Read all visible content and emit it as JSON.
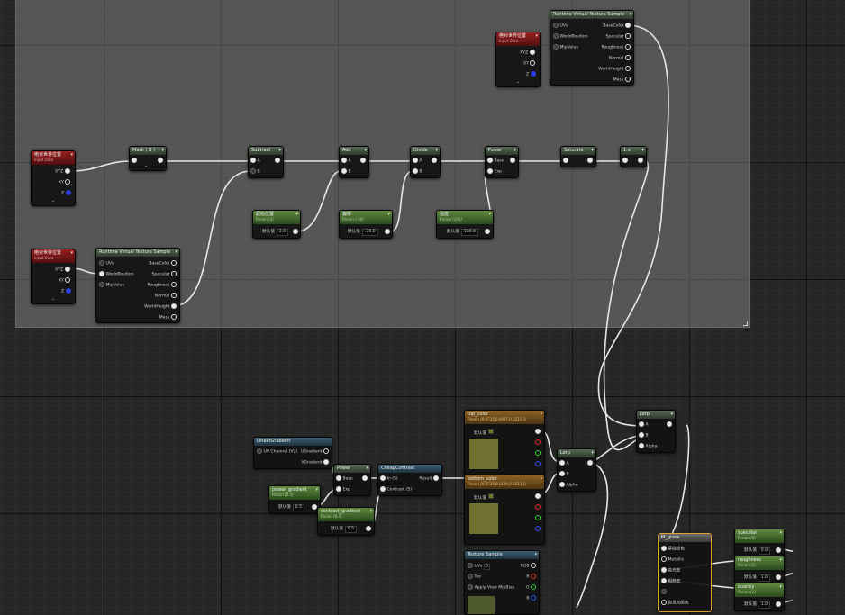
{
  "graph": {
    "nodes": {
      "world_pos_a": {
        "title": "绝对世界位置",
        "subtitle": "Input Data",
        "pins": [
          "XYZ",
          "XY",
          "Z"
        ]
      },
      "world_pos_b": {
        "title": "绝对世界位置",
        "subtitle": "Input Data",
        "pins": [
          "XYZ",
          "XY",
          "Z"
        ]
      },
      "world_pos_c": {
        "title": "绝对世界位置",
        "subtitle": "Input Data",
        "pins": [
          "XYZ",
          "XY",
          "Z"
        ]
      },
      "mask": {
        "title": "Mask ( B )"
      },
      "subtract": {
        "title": "Subtract",
        "pins": [
          "A",
          "B"
        ]
      },
      "add": {
        "title": "Add",
        "pins": [
          "A",
          "B"
        ]
      },
      "divide": {
        "title": "Divide",
        "pins": [
          "A",
          "B"
        ]
      },
      "power_top": {
        "title": "Power",
        "pins": [
          "Base",
          "Exp"
        ]
      },
      "saturate": {
        "title": "Saturate"
      },
      "oneminus": {
        "title": "1-x"
      },
      "param_start": {
        "title": "起始位置",
        "subtitle": "Param (2)",
        "label": "默认值",
        "value": "2.0"
      },
      "param_offset": {
        "title": "偏移",
        "subtitle": "Param (-20)",
        "label": "默认值",
        "value": "-20.0"
      },
      "param_strength": {
        "title": "强度",
        "subtitle": "Param (100)",
        "label": "默认值",
        "value": "100.0"
      },
      "rvt_bottom": {
        "title": "Runtime Virtual Texture Sample",
        "inputs": [
          "UVs",
          "WorldPosition",
          "MipValue"
        ],
        "outputs": [
          "BaseColor",
          "Specular",
          "Roughness",
          "Normal",
          "WorldHeight",
          "Mask"
        ]
      },
      "rvt_top": {
        "title": "Runtime Virtual Texture Sample",
        "inputs": [
          "UVs",
          "WorldPosition",
          "MipValue"
        ],
        "outputs": [
          "BaseColor",
          "Specular",
          "Roughness",
          "Normal",
          "WorldHeight",
          "Mask"
        ]
      },
      "linear_gradient": {
        "title": "LinearGradient",
        "input": "UV Channel (V2)",
        "outputs": [
          "UGradient",
          "VGradient"
        ]
      },
      "power_low": {
        "title": "Power",
        "pins": [
          "Base",
          "Exp"
        ]
      },
      "cheap_contrast": {
        "title": "CheapContrast",
        "inputs": [
          "In (S)",
          "Contrast (S)"
        ],
        "output": "Result"
      },
      "power_gradient": {
        "title": "power_gradient",
        "subtitle": "Param (0.5)",
        "label": "默认值",
        "value": "0.5"
      },
      "contrast_gradient": {
        "title": "contrast_gradient",
        "subtitle": "Param (0.5)",
        "label": "默认值",
        "value": "0.5"
      },
      "top_color": {
        "title": "top_color",
        "subtitle": "Param (0.0735,0.0887,0.0312,1)",
        "label": "默认值"
      },
      "bottom_color": {
        "title": "bottom_color",
        "subtitle": "Param (0.0735,0.1139,0.0113,1)",
        "label": "默认值"
      },
      "lerp_low": {
        "title": "Lerp",
        "pins": [
          "A",
          "B",
          "Alpha"
        ]
      },
      "lerp_high": {
        "title": "Lerp",
        "pins": [
          "A",
          "B",
          "Alpha"
        ]
      },
      "texture_sample": {
        "title": "Texture Sample",
        "inputs": [
          "UVs",
          "Tex",
          "Apply View MipBias"
        ],
        "uv_value": "0",
        "outputs": [
          "RGB",
          "R",
          "G",
          "B"
        ]
      },
      "m_grass": {
        "title": "M_grass",
        "pins": [
          "基础颜色",
          "Metallic",
          "高光度",
          "粗糙度",
          "",
          "自发光颜色"
        ]
      },
      "specular": {
        "title": "specular",
        "subtitle": "Param (0)",
        "label": "默认值",
        "value": "0.0"
      },
      "roughness": {
        "title": "roughness",
        "subtitle": "Param (1)",
        "label": "默认值",
        "value": "1.0"
      },
      "opacity": {
        "title": "opacity",
        "subtitle": "Param (1)",
        "label": "默认值",
        "value": "1.0"
      }
    }
  },
  "colors": {
    "comment_bg": "#969696",
    "header_red": "#9a2020",
    "header_green": "#5f8a3f",
    "header_blue": "#3c6075",
    "header_brown": "#8f6423",
    "swatch": "#707030"
  }
}
